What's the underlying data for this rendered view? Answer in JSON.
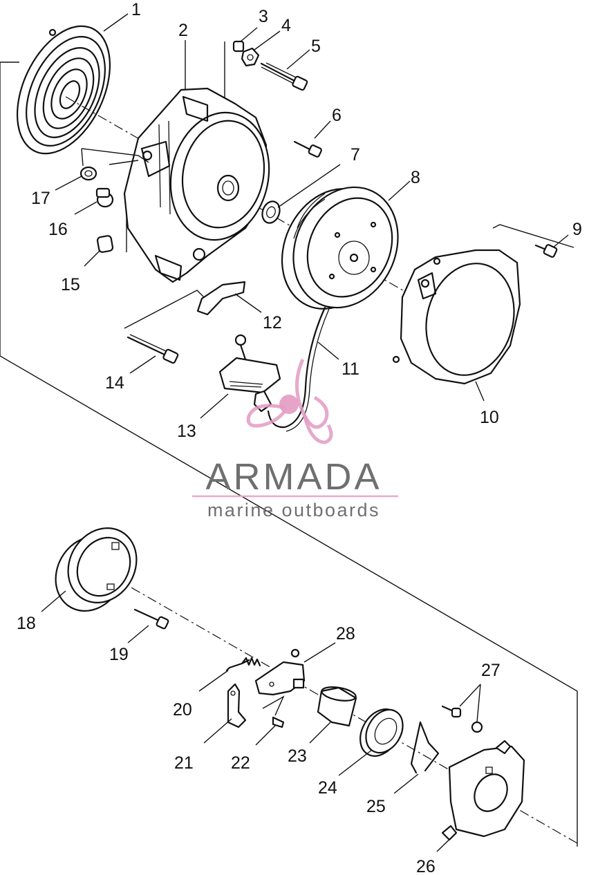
{
  "callouts": [
    "1",
    "2",
    "3",
    "4",
    "5",
    "6",
    "7",
    "8",
    "9",
    "10",
    "11",
    "12",
    "13",
    "14",
    "15",
    "16",
    "17",
    "18",
    "19",
    "20",
    "21",
    "22",
    "23",
    "24",
    "25",
    "26",
    "27",
    "28"
  ],
  "logo": {
    "brand": "ARMADA",
    "tagline": "marine outboards",
    "accent_color": "#e39ac3",
    "text_color": "#6f6f6f"
  },
  "line_color": "#111111",
  "background_color": "#ffffff"
}
